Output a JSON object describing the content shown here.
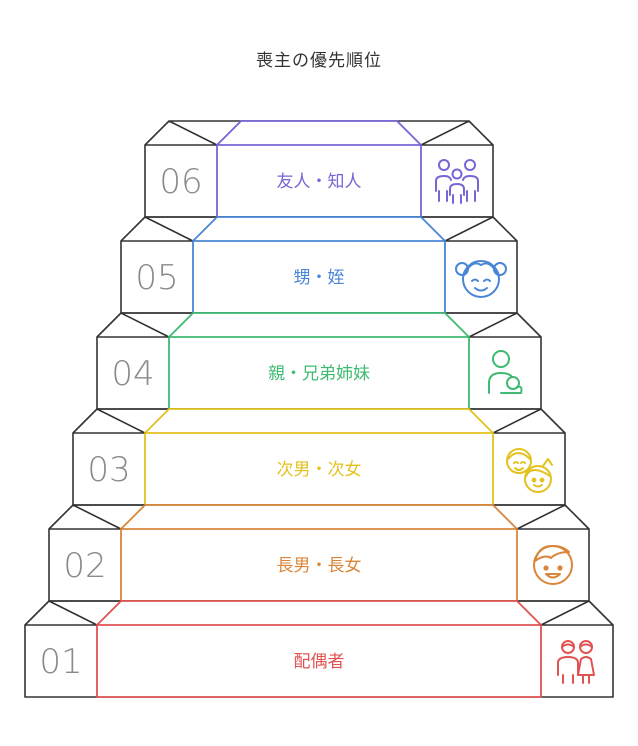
{
  "title": "喪主の優先順位",
  "steps": [
    {
      "number": "01",
      "label": "配偶者",
      "color": "#e05353",
      "icon": "couple-icon"
    },
    {
      "number": "02",
      "label": "長男・長女",
      "color": "#d9863a",
      "icon": "boy-face-icon"
    },
    {
      "number": "03",
      "label": "次男・次女",
      "color": "#e3c21f",
      "icon": "boy-girl-faces-icon"
    },
    {
      "number": "04",
      "label": "親・兄弟姉妹",
      "color": "#3fba72",
      "icon": "parent-child-icon"
    },
    {
      "number": "05",
      "label": "甥・姪",
      "color": "#4a86d6",
      "icon": "girl-face-icon"
    },
    {
      "number": "06",
      "label": "友人・知人",
      "color": "#7a64d6",
      "icon": "group-of-people-icon"
    }
  ]
}
